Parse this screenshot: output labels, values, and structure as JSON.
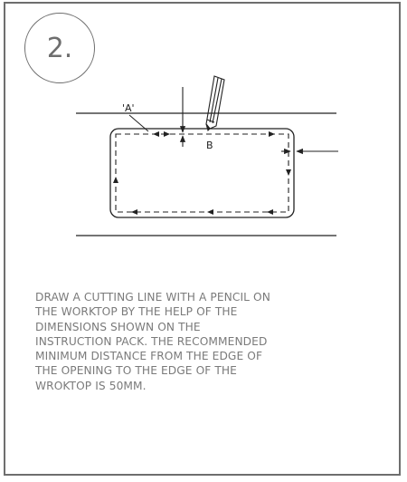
{
  "step": {
    "number": "2."
  },
  "diagram": {
    "label_a": "'A'",
    "label_b": "B"
  },
  "instruction": {
    "text": "DRAW A CUTTING LINE WITH A PENCIL ON\nTHE WORKTOP BY THE HELP OF THE\nDIMENSIONS SHOWN ON THE\nINSTRUCTION PACK. THE RECOMMENDED\nMINIMUM DISTANCE FROM THE EDGE OF\nTHE OPENING TO THE EDGE OF THE\nWROKTOP IS 50MM."
  },
  "colors": {
    "frame": "#6e6e6e",
    "text": "#7a7a7a",
    "ink": "#222222"
  }
}
